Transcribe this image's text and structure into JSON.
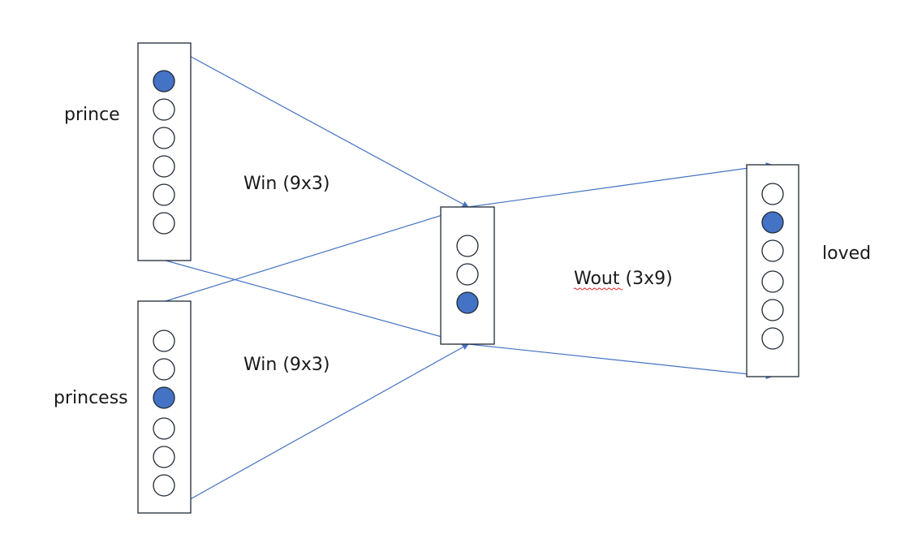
{
  "colors": {
    "active_node": "#4472c4",
    "inactive_node": "#ffffff",
    "edge": "#4472c4",
    "box_stroke": "#1f2a36"
  },
  "vectors": {
    "prince": {
      "label": "prince",
      "active": [
        true,
        false,
        false,
        false,
        false,
        false
      ]
    },
    "princess": {
      "label": "princess",
      "active": [
        false,
        false,
        true,
        false,
        false,
        false
      ]
    },
    "hidden": {
      "label": "",
      "active": [
        false,
        false,
        true
      ]
    },
    "output": {
      "label": "loved",
      "active": [
        false,
        true,
        false,
        false,
        false,
        false
      ]
    }
  },
  "weights": {
    "win_top": "Win (9x3)",
    "win_bottom": "Win (9x3)",
    "wout": "Wout (3x9)",
    "wout_spellcheck_underline": "Wout"
  },
  "edges": [
    {
      "from": "prince-top",
      "to": "hidden-top"
    },
    {
      "from": "prince-bottom",
      "to": "hidden-bottom"
    },
    {
      "from": "princess-top",
      "to": "hidden-top"
    },
    {
      "from": "princess-bottom",
      "to": "hidden-bottom"
    },
    {
      "from": "hidden-top",
      "to": "output-top"
    },
    {
      "from": "hidden-bottom",
      "to": "output-bottom"
    }
  ]
}
